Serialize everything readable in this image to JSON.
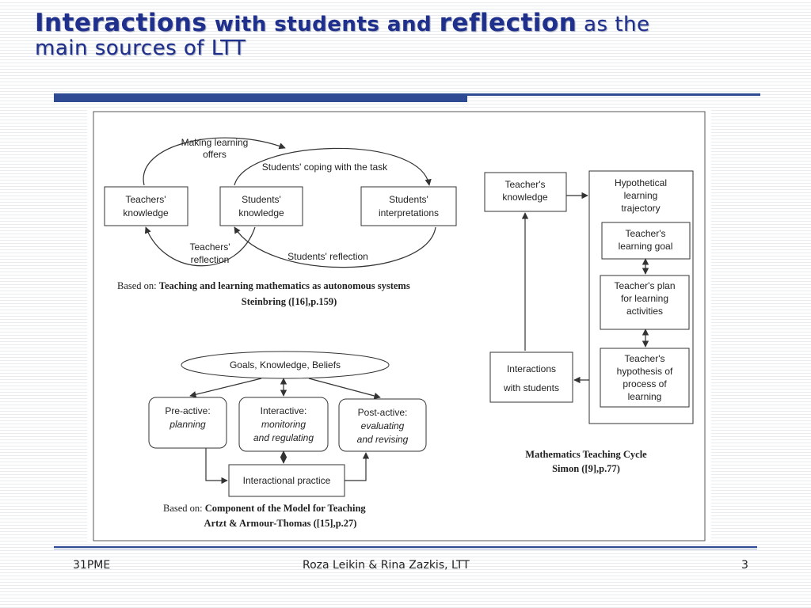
{
  "title": {
    "w1": "Interactions",
    "w2": " with students and ",
    "w3": "reflection",
    "w4": " as the",
    "line2": "main sources of LTT"
  },
  "diagram1": {
    "teachers_knowledge": [
      "Teachers'",
      "knowledge"
    ],
    "students_knowledge": [
      "Students'",
      "knowledge"
    ],
    "students_interpretations": [
      "Students'",
      "interpretations"
    ],
    "making_offers": [
      "Making learning",
      "offers"
    ],
    "coping": "Students' coping with the task",
    "teachers_reflection": [
      "Teachers'",
      "reflection"
    ],
    "students_reflection": "Students' reflection",
    "caption1_prefix": "Based on: ",
    "caption1_bold": "Teaching and learning mathematics as autonomous systems",
    "caption2": "Steinbring ([16],p.159)"
  },
  "diagram2": {
    "teachers_knowledge": [
      "Teacher's",
      "knowledge"
    ],
    "hlt": [
      "Hypothetical",
      "learning",
      "trajectory"
    ],
    "learning_goal": [
      "Teacher's",
      "learning goal"
    ],
    "plan": [
      "Teacher's plan",
      "for learning",
      "activities"
    ],
    "hypothesis": [
      "Teacher's",
      "hypothesis of",
      "process of",
      "learning"
    ],
    "interactions": [
      "Interactions",
      "with students"
    ],
    "caption1": "Mathematics Teaching Cycle",
    "caption2": "Simon ([9],p.77)"
  },
  "diagram3": {
    "goals": "Goals, Knowledge, Beliefs",
    "preactive": [
      "Pre-active:",
      "planning"
    ],
    "interactive": [
      "Interactive:",
      "monitoring",
      "and regulating"
    ],
    "postactive": [
      "Post-active:",
      "evaluating",
      "and revising"
    ],
    "practice": "Interactional practice",
    "caption1_prefix": "Based on: ",
    "caption1_bold": "Component of the Model for Teaching",
    "caption2": "Artzt & Armour-Thomas ([15],p.27)"
  },
  "footer": {
    "left": "31PME",
    "center": "Roza Leikin & Rina Zazkis, LTT",
    "page": "3"
  },
  "colors": {
    "title": "#1f2f8c",
    "bar": "#2e4a92",
    "diagram_line": "#333333"
  }
}
